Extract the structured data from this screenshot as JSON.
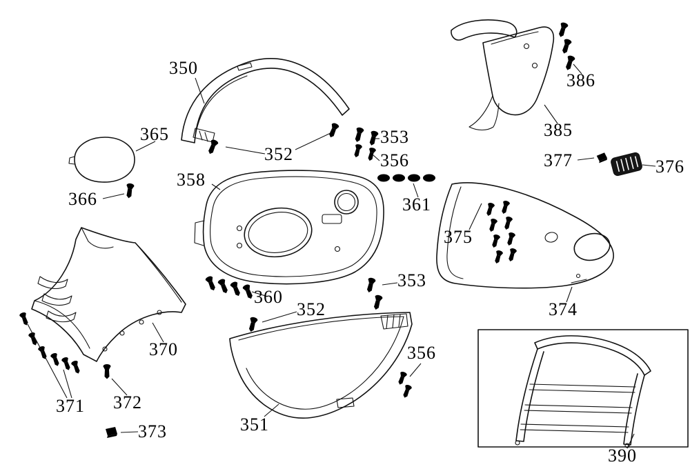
{
  "figure": {
    "kind": "exploded-parts-diagram",
    "colors": {
      "background": "#ffffff",
      "line": "#111111",
      "grille_fill": "#161616"
    }
  },
  "icons": {
    "fastener": "screw-icon",
    "washer": "washer-icon",
    "clip": "clip-icon",
    "grille": "grille-icon"
  },
  "labels": {
    "l350": "350",
    "l365": "365",
    "l366": "366",
    "l352a": "352",
    "l353a": "353",
    "l356a": "356",
    "l358": "358",
    "l361": "361",
    "l360": "360",
    "l352b": "352",
    "l353b": "353",
    "l356b": "356",
    "l370": "370",
    "l371": "371",
    "l372": "372",
    "l373": "373",
    "l351": "351",
    "l374": "374",
    "l375": "375",
    "l376": "376",
    "l377": "377",
    "l385": "385",
    "l386": "386",
    "l390": "390"
  }
}
